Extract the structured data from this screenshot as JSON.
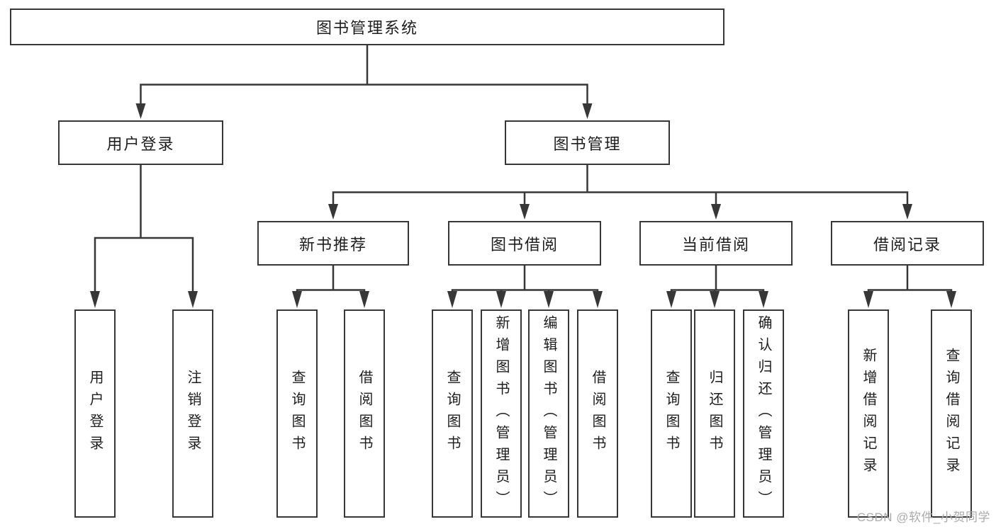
{
  "diagram_title": "图书管理系统",
  "nodes": {
    "root": {
      "label": "图书管理系统"
    },
    "user_login": {
      "label": "用户登录"
    },
    "book_mgmt": {
      "label": "图书管理"
    },
    "new_book_rec": {
      "label": "新书推荐"
    },
    "book_borrow": {
      "label": "图书借阅"
    },
    "current_borrow": {
      "label": "当前借阅"
    },
    "borrow_record": {
      "label": "借阅记录"
    },
    "leaf_user_login": {
      "label": "用户登录"
    },
    "leaf_logout": {
      "label": "注销登录"
    },
    "leaf_query_book_rec": {
      "label": "查询图书"
    },
    "leaf_borrow_book_rec": {
      "label": "借阅图书"
    },
    "leaf_query_book_bor": {
      "label": "查询图书"
    },
    "leaf_add_book": {
      "label": "新增图书（管理员）"
    },
    "leaf_edit_book": {
      "label": "编辑图书（管理员）"
    },
    "leaf_borrow_book_bor": {
      "label": "借阅图书"
    },
    "leaf_query_book_cur": {
      "label": "查询图书"
    },
    "leaf_return_book": {
      "label": "归还图书"
    },
    "leaf_confirm_return": {
      "label": "确认归还（管理员）"
    },
    "leaf_add_record": {
      "label": "新增借阅记录"
    },
    "leaf_query_record": {
      "label": "查询借阅记录"
    }
  },
  "hierarchy": {
    "图书管理系统": {
      "用户登录": [
        "用户登录",
        "注销登录"
      ],
      "图书管理": {
        "新书推荐": [
          "查询图书",
          "借阅图书"
        ],
        "图书借阅": [
          "查询图书",
          "新增图书（管理员）",
          "编辑图书（管理员）",
          "借阅图书"
        ],
        "当前借阅": [
          "查询图书",
          "归还图书",
          "确认归还（管理员）"
        ],
        "借阅记录": [
          "新增借阅记录",
          "查询借阅记录"
        ]
      }
    }
  },
  "watermark": "CSDN @软件_小贺同学",
  "colors": {
    "line": "#373737",
    "box_border": "#373737",
    "text": "#1e1e1e",
    "watermark": "#ababab",
    "background": "#ffffff"
  }
}
